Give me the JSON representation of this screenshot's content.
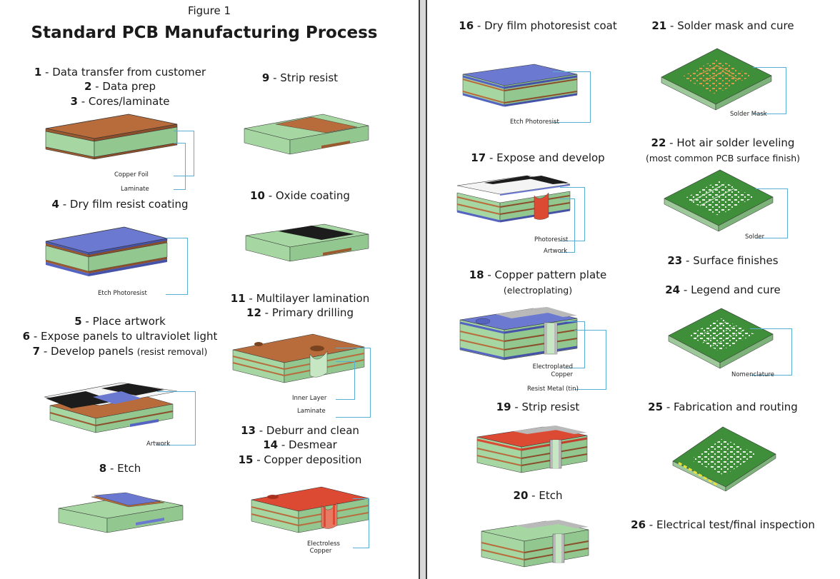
{
  "figure_label": "Figure 1",
  "title": "Standard PCB Manufacturing Process",
  "colors": {
    "copper": "#b46b3e",
    "laminate": "#a3d4a0",
    "photoresist": "#6a78cf",
    "artwork": "#1c1c1c",
    "electroless_copper": "#dd4a34",
    "tin": "#b9b9b9",
    "solder_mask": "#3f8f3a",
    "leader_line": "#5aaed3"
  },
  "steps": [
    {
      "num": "1",
      "text": "Data transfer from customer"
    },
    {
      "num": "2",
      "text": "Data prep"
    },
    {
      "num": "3",
      "text": "Cores/laminate"
    },
    {
      "num": "4",
      "text": "Dry film resist coating"
    },
    {
      "num": "5",
      "text": "Place artwork"
    },
    {
      "num": "6",
      "text": "Expose panels to ultraviolet light"
    },
    {
      "num": "7",
      "text": "Develop panels",
      "note": "(resist removal)"
    },
    {
      "num": "8",
      "text": "Etch"
    },
    {
      "num": "9",
      "text": "Strip resist"
    },
    {
      "num": "10",
      "text": "Oxide coating"
    },
    {
      "num": "11",
      "text": "Multilayer lamination"
    },
    {
      "num": "12",
      "text": "Primary drilling"
    },
    {
      "num": "13",
      "text": "Deburr and clean"
    },
    {
      "num": "14",
      "text": "Desmear"
    },
    {
      "num": "15",
      "text": "Copper deposition"
    },
    {
      "num": "16",
      "text": "Dry film photoresist coat"
    },
    {
      "num": "17",
      "text": "Expose and develop"
    },
    {
      "num": "18",
      "text": "Copper pattern plate",
      "note": "(electroplating)"
    },
    {
      "num": "19",
      "text": "Strip resist"
    },
    {
      "num": "20",
      "text": "Etch"
    },
    {
      "num": "21",
      "text": "Solder mask and cure"
    },
    {
      "num": "22",
      "text": "Hot air solder leveling",
      "note": "(most common PCB surface finish)"
    },
    {
      "num": "23",
      "text": "Surface finishes"
    },
    {
      "num": "24",
      "text": "Legend and cure"
    },
    {
      "num": "25",
      "text": "Fabrication and routing"
    },
    {
      "num": "26",
      "text": "Electrical test/final inspection"
    }
  ],
  "callouts": {
    "copper_foil": "Copper Foil",
    "laminate": "Laminate",
    "etch_photoresist_a": "Etch Photoresist",
    "artwork_a": "Artwork",
    "inner_layer": "Inner Layer",
    "laminate_b": "Laminate",
    "electroless_1": "Electroless",
    "electroless_2": "Copper",
    "etch_photoresist_b": "Etch Photoresist",
    "photoresist": "Photoresist",
    "artwork_b": "Artwork",
    "electroplated_1": "Electroplated",
    "electroplated_2": "Copper",
    "resist_metal": "Resist Metal (tin)",
    "solder_mask": "Solder Mask",
    "solder": "Solder",
    "nomenclature": "Nomenclature"
  }
}
